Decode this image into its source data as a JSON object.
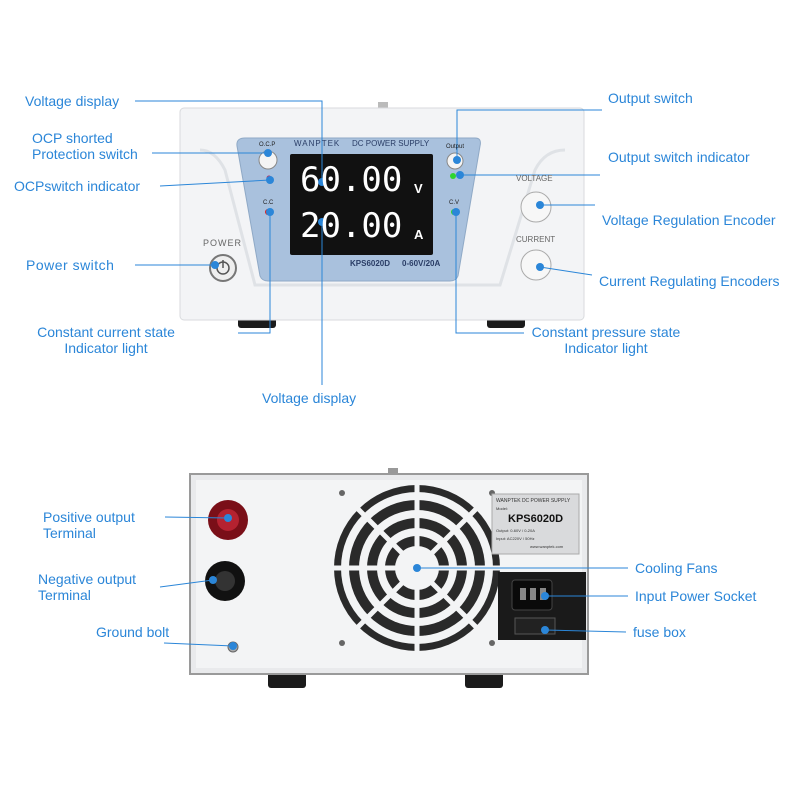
{
  "front": {
    "brand": "WANPTEK",
    "panel_title": "DC POWER SUPPLY",
    "voltage_reading": "60.00",
    "voltage_unit": "V",
    "current_reading": "20.00",
    "current_unit": "A",
    "model": "KPS6020D",
    "range": "0-60V/20A",
    "ocp_label": "O.C.P",
    "cc_label": "C.C",
    "cv_label": "C.V",
    "output_label": "Output",
    "power_label": "POWER",
    "voltage_knob_label": "VOLTAGE",
    "current_knob_label": "CURRENT"
  },
  "rear": {
    "plate_brand": "WANPTEK",
    "plate_title": "DC POWER SUPPLY",
    "plate_model_label": "Model:",
    "plate_model": "KPS6020D",
    "plate_output": "Output: 0-60V / 0-20A",
    "plate_input": "Input: AC220V / 50Hz",
    "plate_url": "www.wanptek.com"
  },
  "callouts": {
    "voltage_display_top": "Voltage display",
    "ocp_switch": [
      "OCP shorted",
      "Protection switch"
    ],
    "ocp_indicator": "OCPswitch indicator",
    "power_switch": "Power switch",
    "cc_indicator": [
      "Constant current state",
      "Indicator light"
    ],
    "voltage_display_bottom": "Voltage display",
    "output_switch": "Output switch",
    "output_indicator": "Output switch indicator",
    "voltage_encoder": "Voltage Regulation Encoder",
    "current_encoder": "Current Regulating Encoders",
    "cv_indicator": [
      "Constant pressure state",
      "Indicator light"
    ],
    "positive_terminal": [
      "Positive output",
      "Terminal"
    ],
    "negative_terminal": [
      "Negative output",
      "Terminal"
    ],
    "ground_bolt": "Ground bolt",
    "cooling_fans": "Cooling Fans",
    "power_socket": "Input Power Socket",
    "fuse_box": "fuse box"
  },
  "colors": {
    "callout": "#2b86d8",
    "panel": "#a9c1dd",
    "display": "#111111",
    "led_red": "#e0201c",
    "led_green": "#2ed62e"
  }
}
